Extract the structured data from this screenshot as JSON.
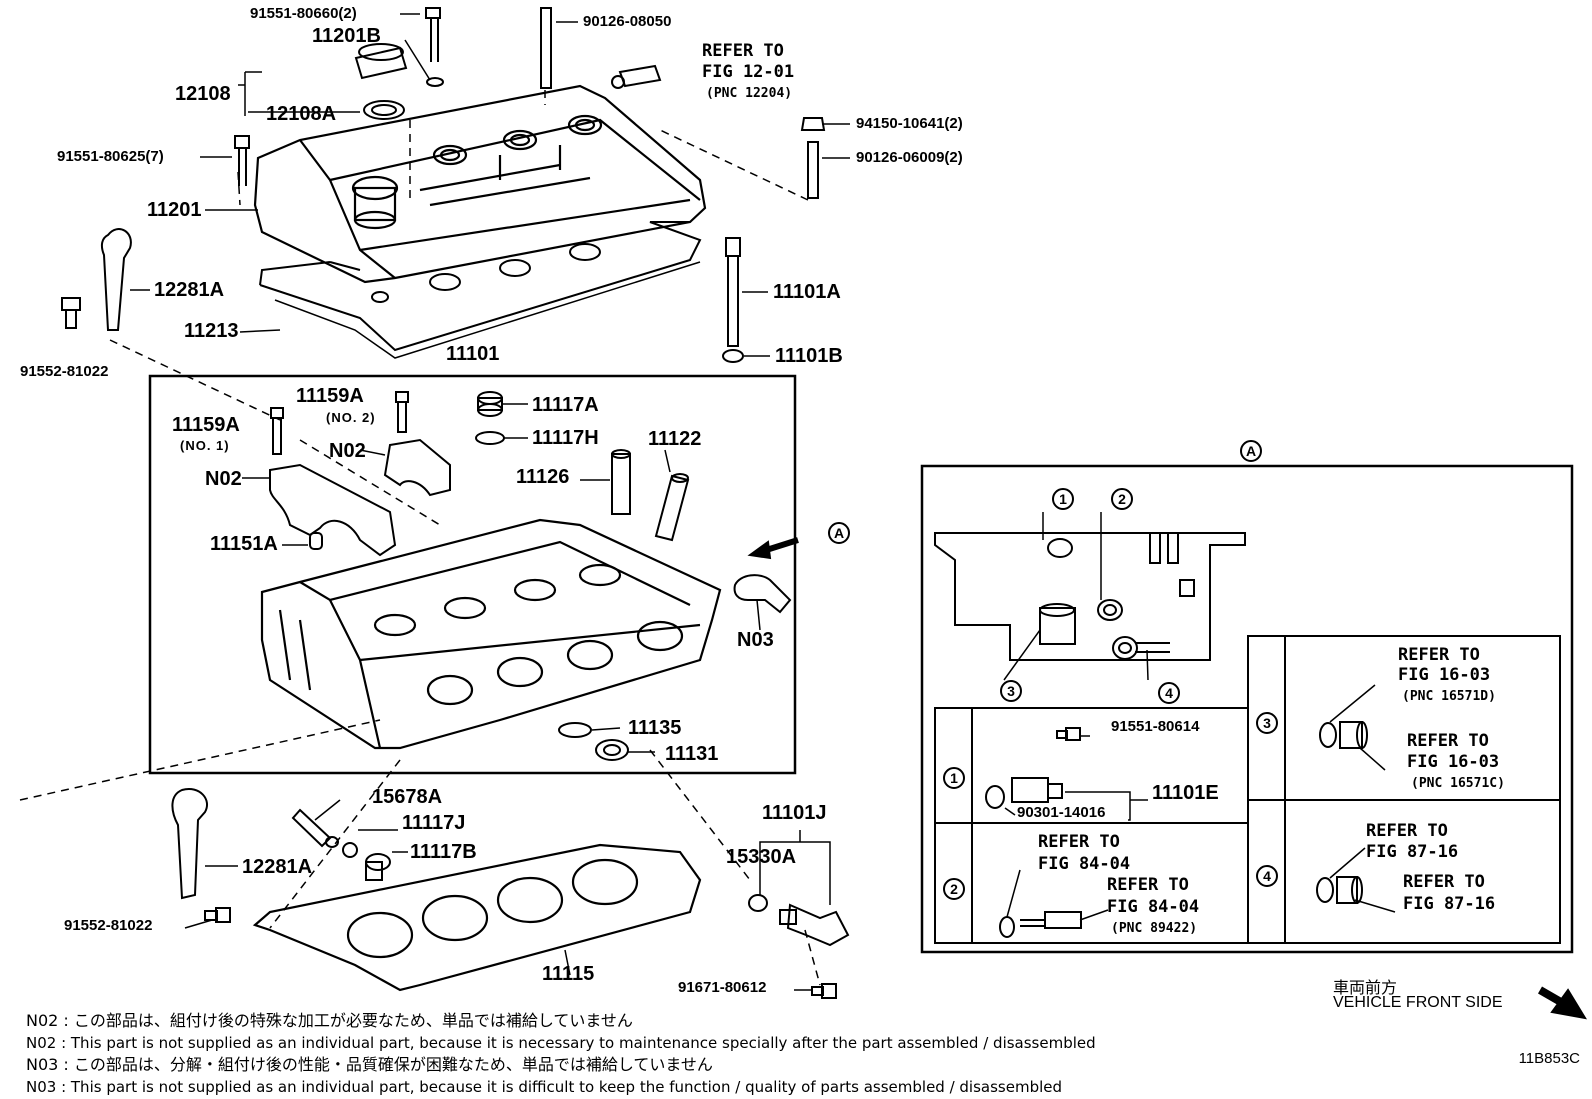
{
  "labels": {
    "p91551_80660": "91551-80660(2)",
    "p11201B": "11201B",
    "p90126_08050": "90126-08050",
    "p12108": "12108",
    "p12108A": "12108A",
    "p91551_80625": "91551-80625(7)",
    "p11201": "11201",
    "p94150": "94150-10641(2)",
    "p90126_06009": "90126-06009(2)",
    "p12281A_top": "12281A",
    "p11213": "11213",
    "p91552_top": "91552-81022",
    "p11101A": "11101A",
    "p11101B": "11101B",
    "p11101": "11101",
    "p11159A_no2": "11159A",
    "p11159A_no1": "11159A",
    "p11117A": "11117A",
    "p11117H": "11117H",
    "p11122": "11122",
    "p11126": "11126",
    "p11151A": "11151A",
    "pN02_a": "N02",
    "pN02_b": "N02",
    "pN03": "N03",
    "p11135": "11135",
    "p11131": "11131",
    "p15678A": "15678A",
    "p11117J": "11117J",
    "p11117B": "11117B",
    "p12281A_bot": "12281A",
    "p91552_bot": "91552-81022",
    "p11115": "11115",
    "p11101J": "11101J",
    "p15330A": "15330A",
    "p91671": "91671-80612",
    "p91551_80614": "91551-80614",
    "p11101E": "11101E",
    "p90301": "90301-14016"
  },
  "subs": {
    "no2": "(NO. 2)",
    "no1": "(NO. 1)"
  },
  "refs": {
    "top": {
      "l1": "REFER TO",
      "l2": "FIG 12-01",
      "l3": "(PNC 12204)"
    },
    "r3a": {
      "l1": "REFER TO",
      "l2": "FIG 16-03",
      "l3": "(PNC 16571D)"
    },
    "r3b": {
      "l1": "REFER TO",
      "l2": "FIG 16-03",
      "l3": "(PNC 16571C)"
    },
    "r2a": {
      "l1": "REFER TO",
      "l2": "FIG 84-04"
    },
    "r2b": {
      "l1": "REFER TO",
      "l2": "FIG 84-04",
      "l3": "(PNC 89422)"
    },
    "r4a": {
      "l1": "REFER TO",
      "l2": "FIG 87-16"
    },
    "r4b": {
      "l1": "REFER TO",
      "l2": "FIG 87-16"
    }
  },
  "callouts": {
    "A": "A",
    "n1": "1",
    "n2": "2",
    "n3": "3",
    "n4": "4"
  },
  "front": {
    "jp": "車両前方",
    "en": "VEHICLE FRONT SIDE"
  },
  "notes": [
    "N02 : この部品は、組付け後の特殊な加工が必要なため、単品では補給していません",
    "N02 : This part is not supplied as an individual part, because it is necessary to maintenance specially after the part assembled / disassembled",
    "N03 : この部品は、分解・組付け後の性能・品質確保が困難なため、単品では補給していません",
    "N03 : This part is not supplied as an individual part, because it is difficult to keep the function / quality of parts  assembled / disassembled"
  ],
  "code": "11B853C"
}
